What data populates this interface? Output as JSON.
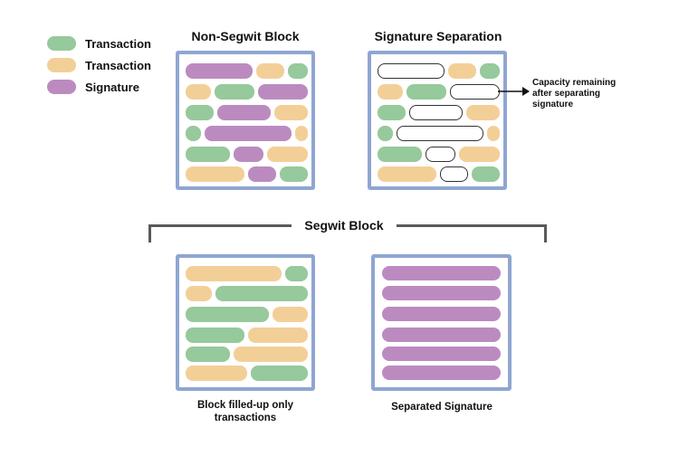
{
  "legend": [
    {
      "label": "Transaction",
      "color": "#96c99b",
      "icon": "green-pill"
    },
    {
      "label": "Transaction",
      "color": "#f3cf98",
      "icon": "orange-pill"
    },
    {
      "label": "Signature",
      "color": "#bb8bc0",
      "icon": "purple-pill"
    }
  ],
  "headings": {
    "non_segwit": "Non-Segwit Block",
    "signature_separation": "Signature Separation",
    "segwit": "Segwit Block"
  },
  "annotation": {
    "capacity_line1": "Capacity remaining",
    "capacity_line2": "after separating",
    "capacity_line3": "signature"
  },
  "captions": {
    "filled_line1": "Block filled-up only",
    "filled_line2": "transactions",
    "separated": "Separated Signature"
  },
  "colors": {
    "green": "#96c99b",
    "orange": "#f3cf98",
    "purple": "#bb8bc0",
    "block_border": "#8fa6d1",
    "bracket": "#5a5a5a"
  }
}
